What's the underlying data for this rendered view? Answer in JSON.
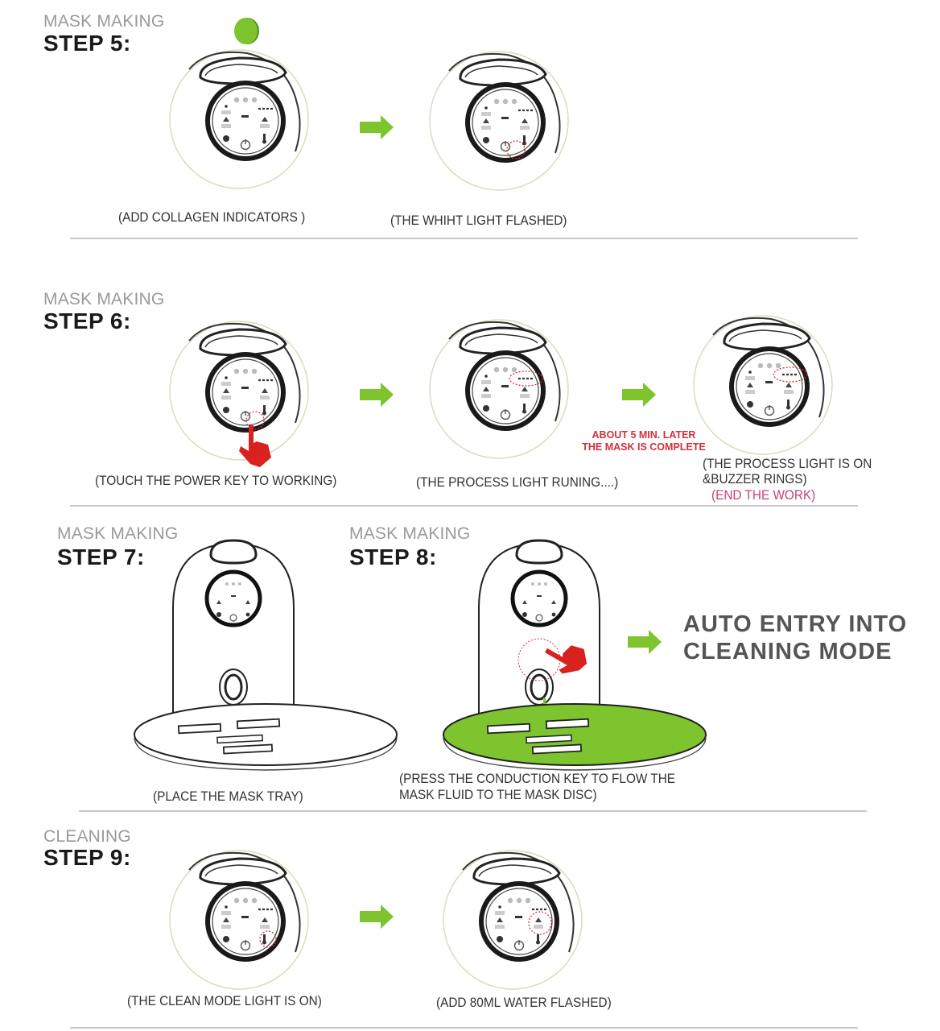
{
  "colors": {
    "accent_green": "#7dc42f",
    "annotation_red": "#d0313b",
    "end_work_pink": "#c83f7a",
    "category_gray": "#9a9a9a",
    "divider_gray": "#c9c9c9"
  },
  "sections": [
    {
      "id": "step5",
      "category": "MASK MAKING",
      "title": "STEP 5:",
      "indicator": "green-dot",
      "panels": [
        {
          "caption": "(ADD COLLAGEN INDICATORS )"
        },
        {
          "caption": "(THE WHIHT  LIGHT FLASHED)",
          "highlight": "power-key"
        }
      ]
    },
    {
      "id": "step6",
      "category": "MASK MAKING",
      "title": "STEP 6:",
      "panels": [
        {
          "caption": "(TOUCH THE POWER KEY TO WORKING)",
          "highlight": "power-key",
          "pointer": "red-hand"
        },
        {
          "caption": "(THE PROCESS  LIGHT RUNING....)",
          "highlight": "process-light"
        },
        {
          "caption_line1": "(THE PROCESS  LIGHT IS ON",
          "caption_line2": "&BUZZER RINGS)",
          "caption_line3": "(END THE WORK)",
          "highlight": "process-light"
        }
      ],
      "note_line1": "ABOUT 5 MIN.  LATER",
      "note_line2": "THE MASK IS COMPLETE"
    },
    {
      "id": "step7",
      "category": "MASK MAKING",
      "title": "STEP 7:",
      "caption": "(PLACE THE MASK TRAY)"
    },
    {
      "id": "step8",
      "category": "MASK MAKING",
      "title": "STEP 8:",
      "caption_line1": "(PRESS THE CONDUCTION KEY TO FLOW THE",
      "caption_line2": "MASK FLUID TO THE MASK DISC)",
      "result_line1": "AUTO ENTRY INTO",
      "result_line2": "CLEANING  MODE"
    },
    {
      "id": "step9",
      "category": "CLEANING",
      "title": "STEP 9:",
      "panels": [
        {
          "caption": "(THE CLEAN  MODE LIGHT IS ON)",
          "highlight": "clean-key"
        },
        {
          "caption": "(ADD 80ML WATER  FLASHED)",
          "highlight": "water-indicator"
        }
      ]
    }
  ]
}
